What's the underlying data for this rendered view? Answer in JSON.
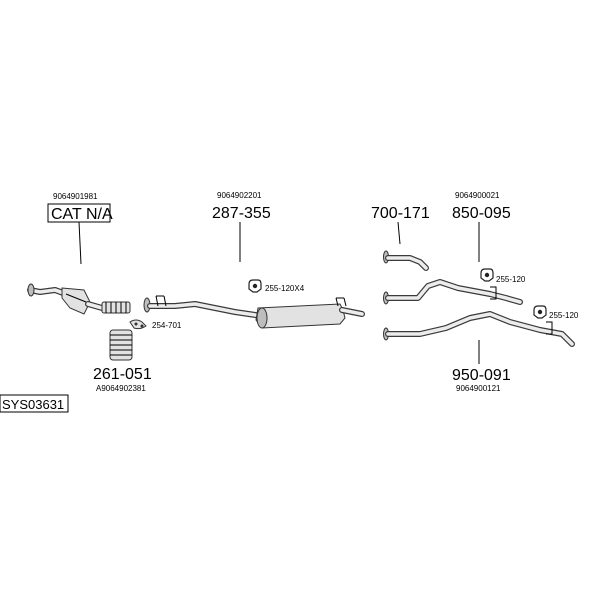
{
  "diagram": {
    "code": "SYS03631",
    "cat_label": "CAT N/A",
    "parts": {
      "cat": {
        "ref": "9064901981"
      },
      "p261": {
        "number": "261-051",
        "ref": "A9064902381"
      },
      "p254": {
        "number": "254-701"
      },
      "p287": {
        "number": "287-355",
        "ref": "9064902201"
      },
      "p255x4": {
        "number": "255-120X4"
      },
      "p700": {
        "number": "700-171"
      },
      "p850": {
        "number": "850-095",
        "ref": "9064900021"
      },
      "p255a": {
        "number": "255-120"
      },
      "p255b": {
        "number": "255-120"
      },
      "p950": {
        "number": "950-091",
        "ref": "9064900121"
      }
    }
  }
}
